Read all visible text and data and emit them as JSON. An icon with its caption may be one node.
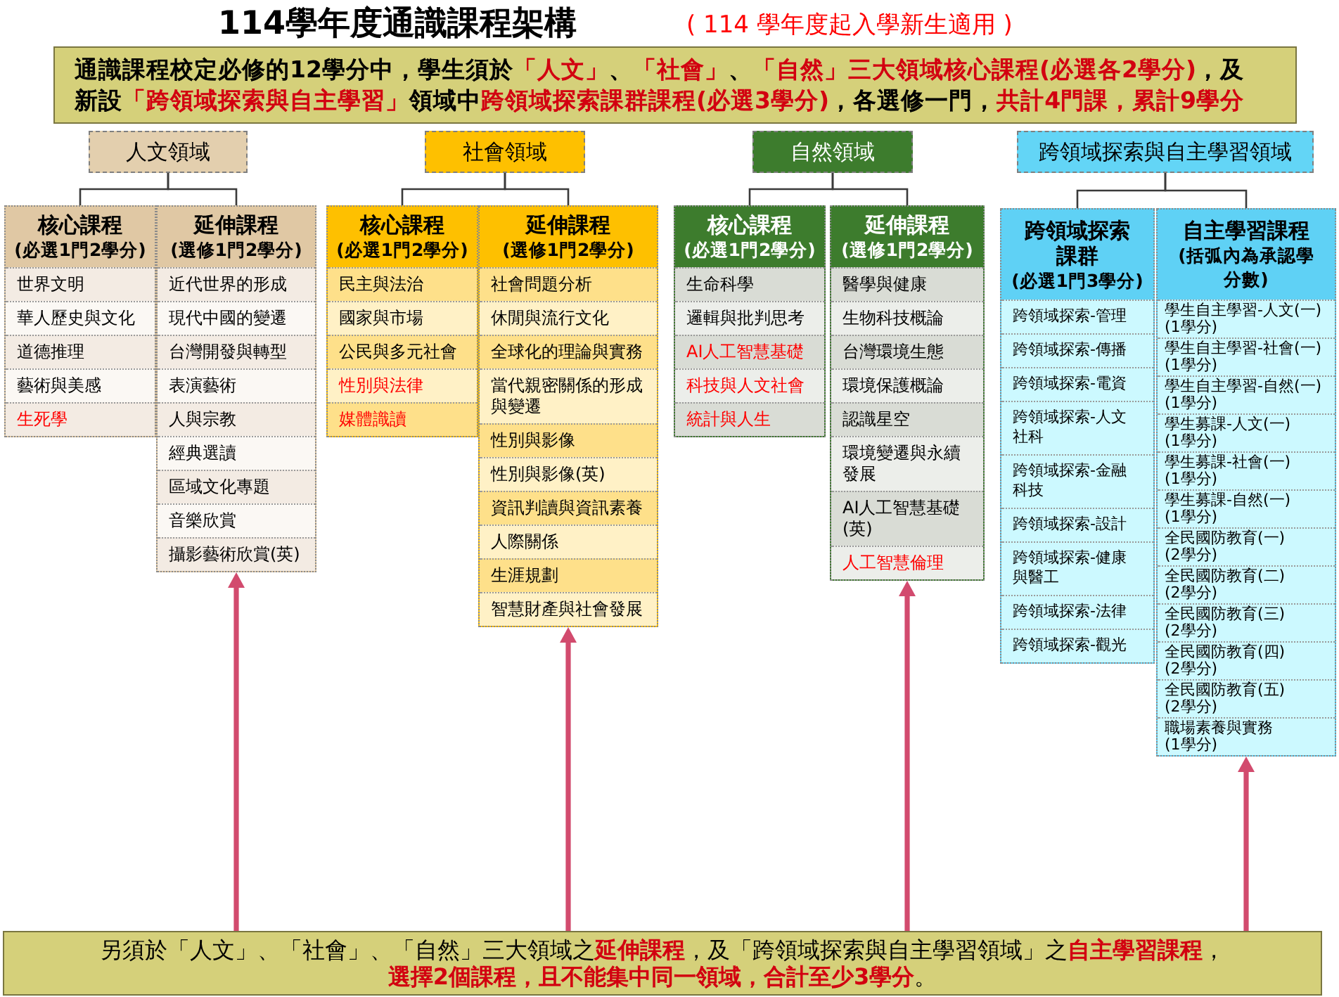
{
  "diagram": {
    "title": "114學年度通識課程架構",
    "nodes": [
      {
        "text": [
          "通識課程校定必修的12學分中，學生須於**「人文」**、**「社會」**、**「自然」三大領域核心課程(必選各2學分)**，及新設**「跨領域探索與自主學習」**領域中**跨領域探索課群課程(必選3學分)**，各選修一門，**共計4門課，累計9學分**"
        ]
      },
      {
        "text": [
          "人文領域"
        ]
      },
      {
        "text": [
          "社會領域"
        ]
      },
      {
        "text": [
          "自然領域"
        ]
      },
      {
        "text": [
          "跨領域探索與自主學習領域"
        ]
      },
      {
        "text": [
          "核心課程",
          "(必選1門2學分)"
        ]
      },
      {
        "text": [
          "世界文明"
        ],
        "in": 5
      },
      {
        "text": [
          "華人歷史與文化"
        ],
        "in": 5
      },
      {
        "text": [
          "道德推理"
        ],
        "in": 5
      },
      {
        "text": [
          "藝術與美感"
        ],
        "in": 5
      },
      {
        "text": [
          "生死學"
        ],
        "in": 5
      },
      {
        "text": [
          "延伸課程",
          "(選修1門2學分)"
        ]
      },
      {
        "text": [
          "近代世界的形成"
        ],
        "in": 11
      },
      {
        "text": [
          "現代中國的變遷"
        ],
        "in": 11
      },
      {
        "text": [
          "台灣開發與轉型"
        ],
        "in": 11
      },
      {
        "text": [
          "表演藝術"
        ],
        "in": 11
      },
      {
        "text": [
          "人與宗教"
        ],
        "in": 11
      },
      {
        "text": [
          "經典選讀"
        ],
        "in": 11
      },
      {
        "text": [
          "區域文化專題"
        ],
        "in": 11
      },
      {
        "text": [
          "音樂欣賞"
        ],
        "in": 11
      },
      {
        "text": [
          "攝影藝術欣賞(英)"
        ],
        "in": 11
      },
      {
        "text": [
          "核心課程",
          "(必選1門2學分)"
        ]
      },
      {
        "text": [
          "民主與法治"
        ],
        "in": 21
      },
      {
        "text": [
          "國家與市場"
        ],
        "in": 21
      },
      {
        "text": [
          "公民與多元社會"
        ],
        "in": 21
      },
      {
        "text": [
          "性別與法律"
        ],
        "in": 21
      },
      {
        "text": [
          "媒體識讀"
        ],
        "in": 21
      },
      {
        "text": [
          "延伸課程",
          "(選修1門2學分)"
        ]
      },
      {
        "text": [
          "社會問題分析"
        ],
        "in": 27
      },
      {
        "text": [
          "休閒與流行文化"
        ],
        "in": 27
      },
      {
        "text": [
          "全球化的理論與實務"
        ],
        "in": 27
      },
      {
        "text": [
          "當代親密關係的形成與變遷"
        ],
        "in": 27
      },
      {
        "text": [
          "性別與影像"
        ],
        "in": 27
      },
      {
        "text": [
          "性別與影像(英)"
        ],
        "in": 27
      },
      {
        "text": [
          "資訊判讀與資訊素養"
        ],
        "in": 27
      },
      {
        "text": [
          "人際關係"
        ],
        "in": 27
      },
      {
        "text": [
          "生涯規劃"
        ],
        "in": 27
      },
      {
        "text": [
          "智慧財產與社會發展"
        ],
        "in": 27
      },
      {
        "text": [
          "核心課程",
          "(必選1門2學分)"
        ]
      },
      {
        "text": [
          "生命科學"
        ],
        "in": 38
      },
      {
        "text": [
          "邏輯與批判思考"
        ],
        "in": 38
      },
      {
        "text": [
          "AI人工智慧基礎"
        ],
        "in": 38
      },
      {
        "text": [
          "科技與人文社會"
        ],
        "in": 38
      },
      {
        "text": [
          "統計與人生"
        ],
        "in": 38
      },
      {
        "text": [
          "延伸課程",
          "(選修1門2學分)"
        ]
      },
      {
        "text": [
          "醫學與健康"
        ],
        "in": 44
      },
      {
        "text": [
          "生物科技概論"
        ],
        "in": 44
      },
      {
        "text": [
          "台灣環境生態"
        ],
        "in": 44
      },
      {
        "text": [
          "環境保護概論"
        ],
        "in": 44
      },
      {
        "text": [
          "認識星空"
        ],
        "in": 44
      },
      {
        "text": [
          "環境變遷與永續發展"
        ],
        "in": 44
      },
      {
        "text": [
          "AI人工智慧基礎(英)"
        ],
        "in": 44
      },
      {
        "text": [
          "人工智慧倫理"
        ],
        "in": 44
      },
      {
        "text": [
          "跨領域探索課群",
          "(必選1門3學分)"
        ]
      },
      {
        "text": [
          "跨領域探索-管理"
        ],
        "in": 53
      },
      {
        "text": [
          "跨領域探索-傳播"
        ],
        "in": 53
      },
      {
        "text": [
          "跨領域探索-電資"
        ],
        "in": 53
      },
      {
        "text": [
          "跨領域探索-人文社科"
        ],
        "in": 53
      },
      {
        "text": [
          "跨領域探索-金融科技"
        ],
        "in": 53
      },
      {
        "text": [
          "跨領域探索-設計"
        ],
        "in": 53
      },
      {
        "text": [
          "跨領域探索-健康與醫工"
        ],
        "in": 53
      },
      {
        "text": [
          "跨領域探索-法律"
        ],
        "in": 53
      },
      {
        "text": [
          "跨領域探索-觀光"
        ],
        "in": 53
      },
      {
        "text": [
          "自主學習課程",
          "(括弧內為承認學分數)"
        ]
      },
      {
        "text": [
          "學生自主學習-人文(一) (1學分)"
        ],
        "in": 63
      },
      {
        "text": [
          "學生自主學習-社會(一) (1學分)"
        ],
        "in": 63
      },
      {
        "text": [
          "學生自主學習-自然(一) (1學分)"
        ],
        "in": 63
      },
      {
        "text": [
          "學生募課-人文(一) (1學分)"
        ],
        "in": 63
      },
      {
        "text": [
          "學生募課-社會(一) (1學分)"
        ],
        "in": 63
      },
      {
        "text": [
          "學生募課-自然(一) (1學分)"
        ],
        "in": 63
      },
      {
        "text": [
          "全民國防教育(一) (2學分)"
        ],
        "in": 63
      },
      {
        "text": [
          "全民國防教育(二) (2學分)"
        ],
        "in": 63
      },
      {
        "text": [
          "全民國防教育(三) (2學分)"
        ],
        "in": 63
      },
      {
        "text": [
          "全民國防教育(四) (2學分)"
        ],
        "in": 63
      },
      {
        "text": [
          "全民國防教育(五) (2學分)"
        ],
        "in": 63
      },
      {
        "text": [
          "職場素養與實務 (1學分)"
        ],
        "in": 63
      },
      {
        "text": [
          "另須於「人文」、「社會」、「自然」三大領域之**延伸課程**，及「跨領域探索與自主學習領域」之**自主學習課程**，**選擇2個課程，且不能集中同一領域，合計至少3學分**。"
        ]
      }
    ],
    "edges": [
      {
        "from": 1,
        "to": 5,
        "arrow": "none"
      },
      {
        "from": 1,
        "to": 11,
        "arrow": "none"
      },
      {
        "from": 2,
        "to": 21,
        "arrow": "none"
      },
      {
        "from": 2,
        "to": 27,
        "arrow": "none"
      },
      {
        "from": 3,
        "to": 38,
        "arrow": "none"
      },
      {
        "from": 3,
        "to": 44,
        "arrow": "none"
      },
      {
        "from": 4,
        "to": 53,
        "arrow": "none"
      },
      {
        "from": 4,
        "to": 63,
        "arrow": "none"
      },
      {
        "from": 76,
        "to": 11,
        "arrow": "to",
        "style": "thick",
        "color": "#d24b6e"
      },
      {
        "from": 76,
        "to": 27,
        "arrow": "to",
        "style": "thick",
        "color": "#d24b6e"
      },
      {
        "from": 76,
        "to": 44,
        "arrow": "to",
        "style": "thick",
        "color": "#d24b6e"
      },
      {
        "from": 76,
        "to": 63,
        "arrow": "to",
        "style": "thick",
        "color": "#d24b6e"
      }
    ],
    "labels": [
      "( 114 學年度起入學新生適用 )"
    ]
  }
}
